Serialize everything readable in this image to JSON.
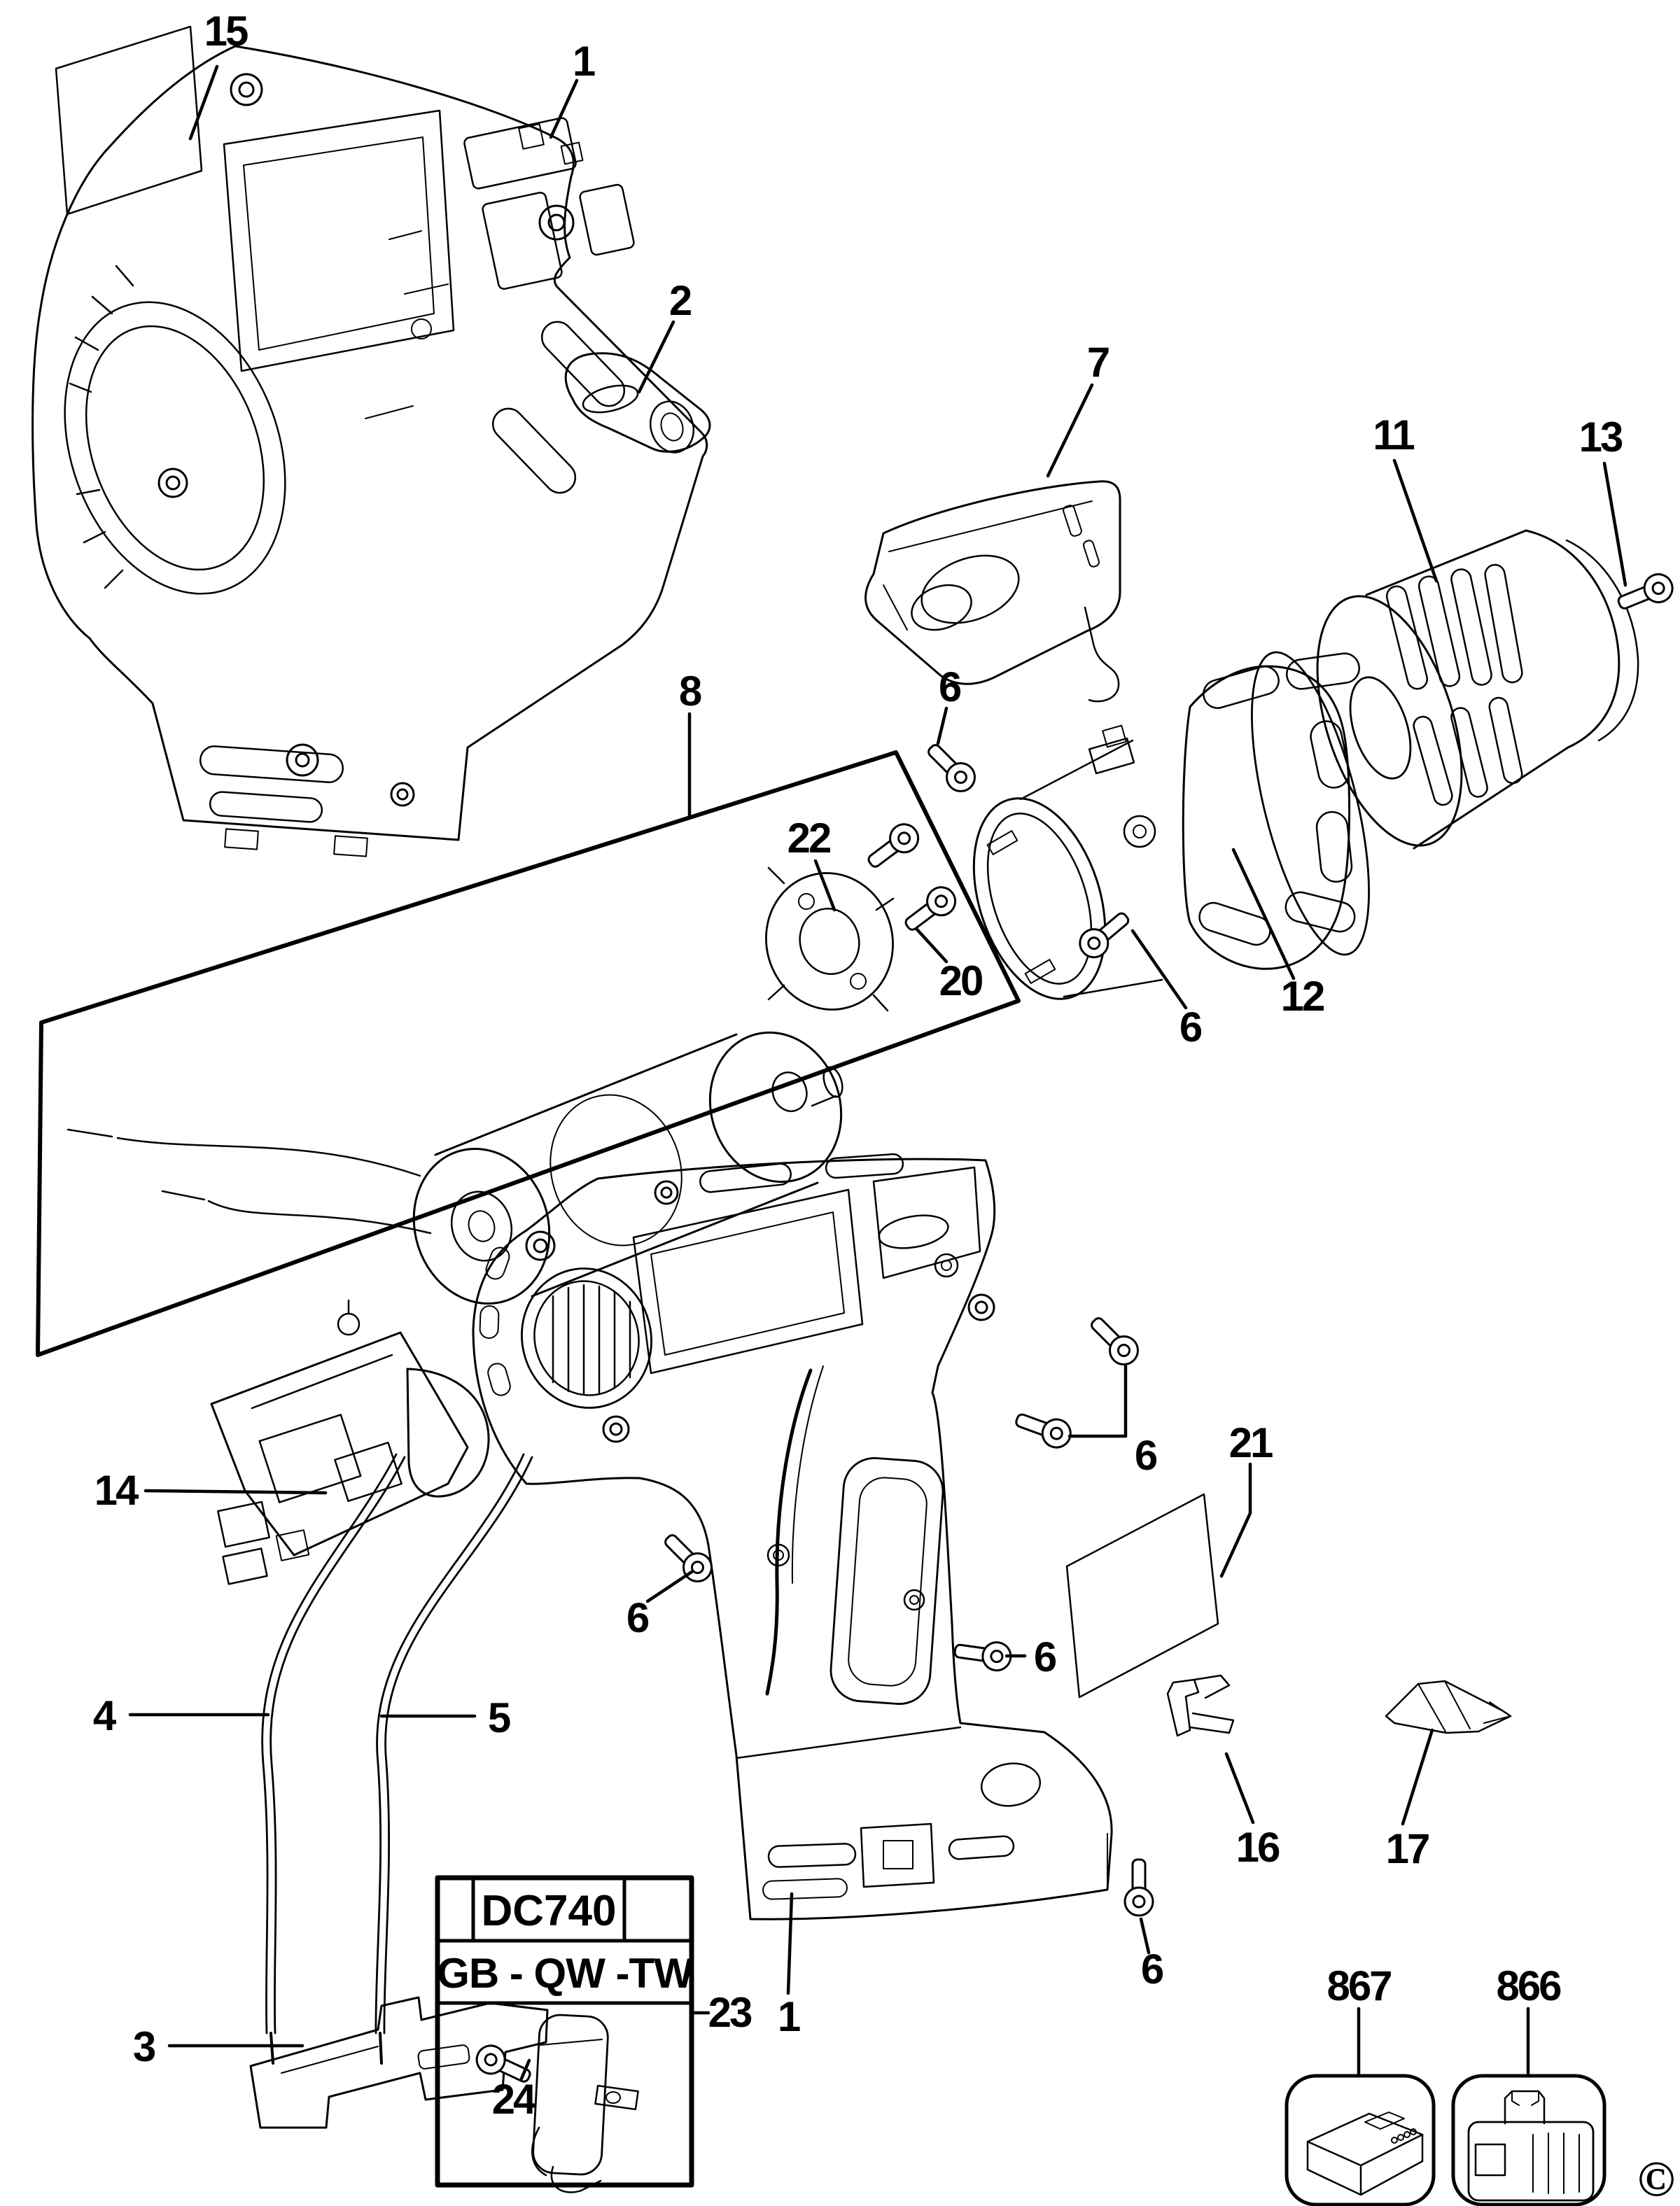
{
  "diagram": {
    "type": "exploded-parts-diagram",
    "ink_color": "#000000",
    "paper_color": "#ffffff",
    "model_plate": {
      "model": "DC740",
      "regions": "GB - QW -TW"
    },
    "copyright_mark": "©",
    "callouts": [
      {
        "id": "label-sticker-top",
        "text": "15"
      },
      {
        "id": "housing-top",
        "text": "1"
      },
      {
        "id": "belt-clip",
        "text": "2"
      },
      {
        "id": "fwd-rev-slider",
        "text": "7"
      },
      {
        "id": "chuck",
        "text": "11"
      },
      {
        "id": "chuck-screw",
        "text": "13"
      },
      {
        "id": "screw-top",
        "text": "6"
      },
      {
        "id": "motor-assembly-box",
        "text": "8"
      },
      {
        "id": "motor-end-plate",
        "text": "22"
      },
      {
        "id": "end-plate-screws",
        "text": "20"
      },
      {
        "id": "gearbox",
        "text": "12"
      },
      {
        "id": "screw-gearbox",
        "text": "6"
      },
      {
        "id": "switch",
        "text": "14"
      },
      {
        "id": "wire-left",
        "text": "4"
      },
      {
        "id": "wire-right",
        "text": "5"
      },
      {
        "id": "bracket",
        "text": "3"
      },
      {
        "id": "screw-grip-left",
        "text": "6"
      },
      {
        "id": "screw-pair-right",
        "text": "6"
      },
      {
        "id": "label-sticker-bottom",
        "text": "21"
      },
      {
        "id": "screw-grip-right",
        "text": "6"
      },
      {
        "id": "spring-clip",
        "text": "16"
      },
      {
        "id": "screwdriver-bit",
        "text": "17"
      },
      {
        "id": "screw-bottom",
        "text": "6"
      },
      {
        "id": "housing-bottom",
        "text": "1"
      },
      {
        "id": "belt-hook-kit",
        "text": "23"
      },
      {
        "id": "belt-hook-screw",
        "text": "24"
      },
      {
        "id": "charger",
        "text": "867"
      },
      {
        "id": "battery-pack",
        "text": "866"
      }
    ]
  }
}
